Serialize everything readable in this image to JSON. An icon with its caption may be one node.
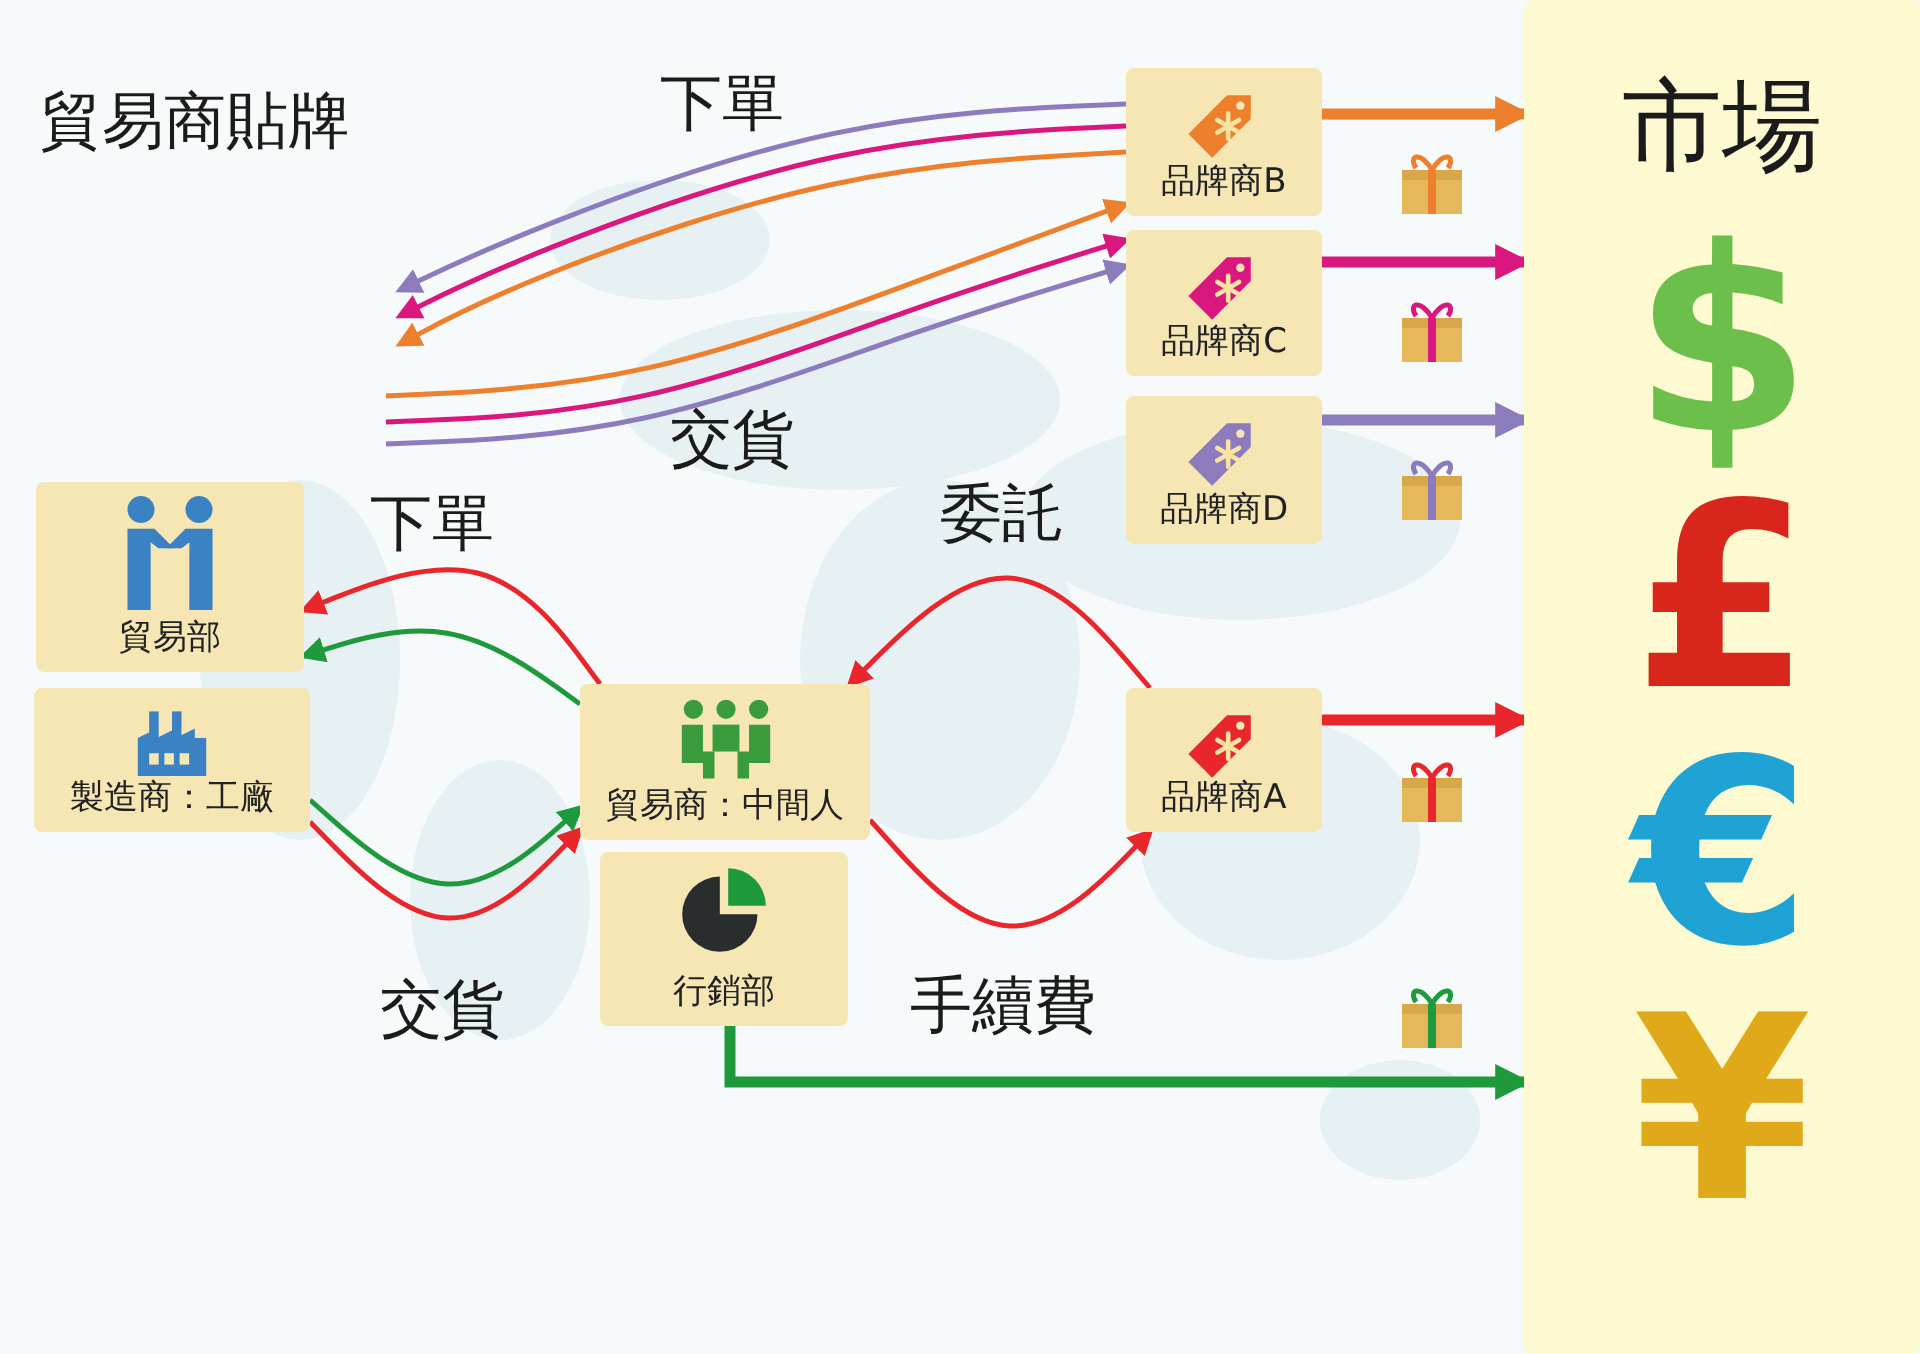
{
  "diagram": {
    "title": "貿易商貼牌",
    "nodes": [
      {
        "text": [
          "貿易部"
        ]
      },
      {
        "text": [
          "製造商：工廠"
        ]
      },
      {
        "text": [
          "貿易商：中間人"
        ]
      },
      {
        "text": [
          "行銷部"
        ]
      },
      {
        "text": [
          "品牌商B"
        ]
      },
      {
        "text": [
          "品牌商C"
        ]
      },
      {
        "text": [
          "品牌商D"
        ]
      },
      {
        "text": [
          "品牌商A"
        ]
      },
      {
        "text": [
          "市場",
          "$",
          "£",
          "€",
          "¥"
        ]
      }
    ],
    "edges": [
      {
        "from": 4,
        "to": null,
        "arrow": "to",
        "color": "#ee7f2d"
      },
      {
        "from": 4,
        "to": null,
        "arrow": "to",
        "color": "#d9177e"
      },
      {
        "from": 4,
        "to": null,
        "arrow": "to",
        "color": "#8c7bbd"
      },
      {
        "from": null,
        "to": 4,
        "arrow": "to",
        "color": "#ee7f2d"
      },
      {
        "from": null,
        "to": 5,
        "arrow": "to",
        "color": "#d9177e"
      },
      {
        "from": null,
        "to": 5,
        "arrow": "to",
        "color": "#8c7bbd"
      },
      {
        "from": 2,
        "to": 0,
        "arrow": "to",
        "color": "#e8262c"
      },
      {
        "from": 2,
        "to": 0,
        "arrow": "to",
        "color": "#1e9a3c"
      },
      {
        "from": 1,
        "to": 2,
        "arrow": "to",
        "color": "#1e9a3c"
      },
      {
        "from": 1,
        "to": 2,
        "arrow": "to",
        "color": "#e8262c"
      },
      {
        "from": 7,
        "to": 2,
        "arrow": "to",
        "color": "#e8262c"
      },
      {
        "from": 2,
        "to": 7,
        "arrow": "to",
        "color": "#e8262c"
      },
      {
        "from": 3,
        "to": 8,
        "arrow": "to",
        "style": "thick",
        "color": "#1e9a3c"
      },
      {
        "from": 4,
        "to": 8,
        "arrow": "to",
        "style": "thick",
        "color": "#ee7f2d"
      },
      {
        "from": 5,
        "to": 8,
        "arrow": "to",
        "style": "thick",
        "color": "#d9177e"
      },
      {
        "from": 6,
        "to": 8,
        "arrow": "to",
        "style": "thick",
        "color": "#8c7bbd"
      },
      {
        "from": 7,
        "to": 8,
        "arrow": "to",
        "style": "thick",
        "color": "#e8262c"
      }
    ],
    "labels": [
      "下單",
      "交貨",
      "下單",
      "委託",
      "交貨",
      "手續費"
    ]
  }
}
